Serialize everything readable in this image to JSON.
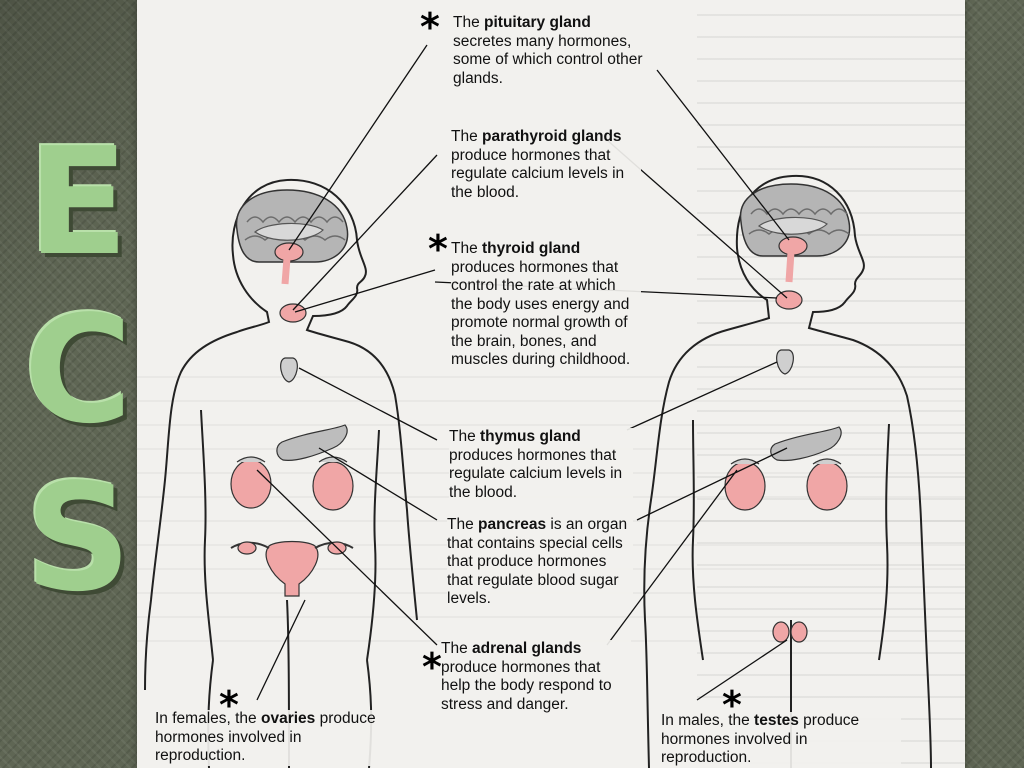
{
  "side_letters": [
    "E",
    "C",
    "S"
  ],
  "marker": "*",
  "captions": {
    "pituitary": {
      "pre": "The ",
      "bold": "pituitary gland",
      "post": " secretes many hormones, some of which control other glands."
    },
    "parathyroid": {
      "pre": "The ",
      "bold": "parathyroid glands",
      "post": " produce hormones that regulate calcium levels in the blood."
    },
    "thyroid": {
      "pre": "The ",
      "bold": "thyroid gland",
      "post": " produces hormones that control the rate at which the body uses energy and promote normal growth of the brain, bones, and muscles during childhood."
    },
    "thymus": {
      "pre": "The ",
      "bold": "thymus gland",
      "post": " produces hormones that regulate calcium levels in the blood."
    },
    "pancreas": {
      "pre": "The ",
      "bold": "pancreas",
      "post": " is an organ that contains special cells that produce hormones that regulate blood sugar levels."
    },
    "adrenal": {
      "pre": "The ",
      "bold": "adrenal glands",
      "post": " produce hormones that help the body respond to stress and danger."
    },
    "ovaries": {
      "pre": "In females, the ",
      "bold": "ovaries",
      "post": " produce hormones involved in reproduction."
    },
    "testes": {
      "pre": "In males, the ",
      "bold": "testes",
      "post": " produce hormones involved in reproduction."
    }
  },
  "colors": {
    "slide_bg": "#f2f1ee",
    "frame_bg": "#5f6654",
    "letter_green": "#9fcf8e",
    "gland_pink": "#f0a6a6",
    "organ_grey": "#a9a9a9"
  }
}
